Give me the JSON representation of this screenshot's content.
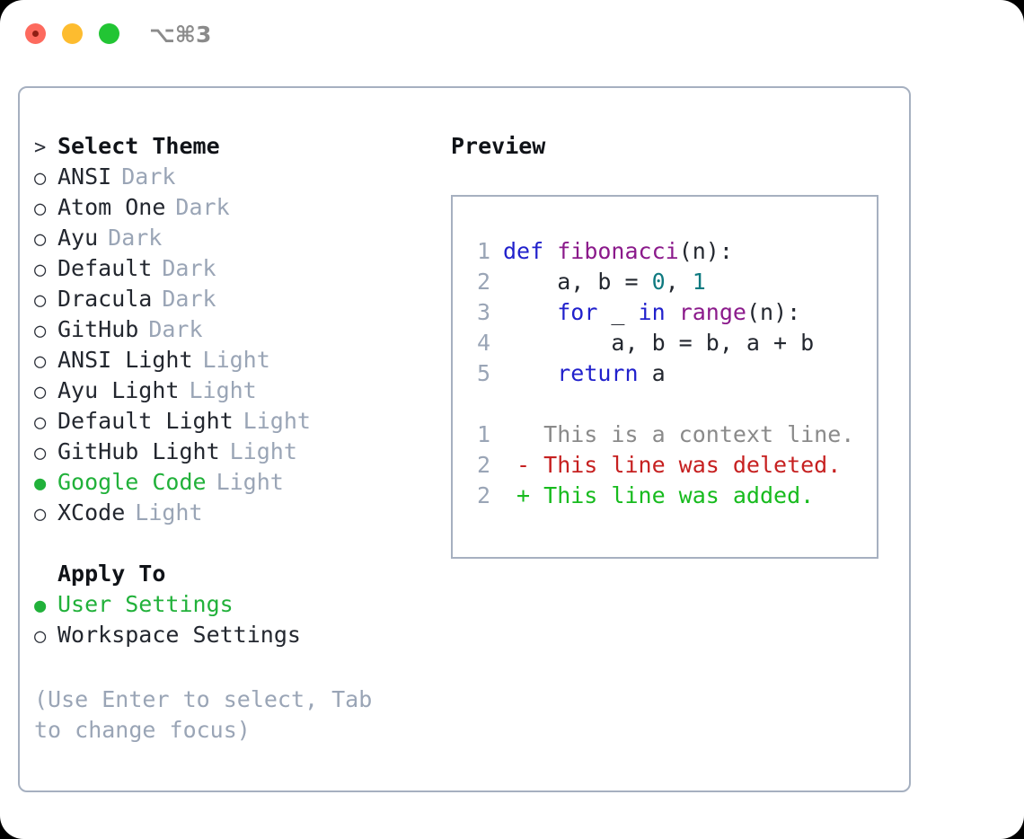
{
  "window": {
    "shortcut_title": "⌥⌘3",
    "traffic_lights": [
      "close",
      "minimize",
      "maximize"
    ]
  },
  "theme_picker": {
    "header_prefix": ">",
    "header_label": "Select Theme",
    "bullet_selected": "●",
    "bullet_unselected": "○",
    "themes": [
      {
        "name": "ANSI",
        "variant": "Dark",
        "selected": false
      },
      {
        "name": "Atom One",
        "variant": "Dark",
        "selected": false
      },
      {
        "name": "Ayu",
        "variant": "Dark",
        "selected": false
      },
      {
        "name": "Default",
        "variant": "Dark",
        "selected": false
      },
      {
        "name": "Dracula",
        "variant": "Dark",
        "selected": false
      },
      {
        "name": "GitHub",
        "variant": "Dark",
        "selected": false
      },
      {
        "name": "ANSI Light",
        "variant": "Light",
        "selected": false
      },
      {
        "name": "Ayu Light",
        "variant": "Light",
        "selected": false
      },
      {
        "name": "Default Light",
        "variant": "Light",
        "selected": false
      },
      {
        "name": "GitHub Light",
        "variant": "Light",
        "selected": false
      },
      {
        "name": "Google Code",
        "variant": "Light",
        "selected": true
      },
      {
        "name": "XCode",
        "variant": "Light",
        "selected": false
      }
    ]
  },
  "apply_to": {
    "header_label": "Apply To",
    "options": [
      {
        "label": "User Settings",
        "selected": true
      },
      {
        "label": "Workspace Settings",
        "selected": false
      }
    ]
  },
  "hint": {
    "text": "(Use Enter to select, Tab to change focus)"
  },
  "preview": {
    "title": "Preview",
    "code_lines": [
      {
        "no": "1",
        "tokens": [
          {
            "t": "def",
            "c": "kw"
          },
          {
            "t": " ",
            "c": "plain"
          },
          {
            "t": "fibonacci",
            "c": "fn"
          },
          {
            "t": "(n):",
            "c": "punc"
          }
        ]
      },
      {
        "no": "2",
        "tokens": [
          {
            "t": "    a, b = ",
            "c": "plain"
          },
          {
            "t": "0",
            "c": "num"
          },
          {
            "t": ", ",
            "c": "plain"
          },
          {
            "t": "1",
            "c": "num"
          }
        ]
      },
      {
        "no": "3",
        "tokens": [
          {
            "t": "    ",
            "c": "plain"
          },
          {
            "t": "for",
            "c": "kw"
          },
          {
            "t": " _ ",
            "c": "plain"
          },
          {
            "t": "in",
            "c": "kw"
          },
          {
            "t": " ",
            "c": "plain"
          },
          {
            "t": "range",
            "c": "fn"
          },
          {
            "t": "(n):",
            "c": "punc"
          }
        ]
      },
      {
        "no": "4",
        "tokens": [
          {
            "t": "        a, b = b, a + b",
            "c": "plain"
          }
        ]
      },
      {
        "no": "5",
        "tokens": [
          {
            "t": "    ",
            "c": "plain"
          },
          {
            "t": "return",
            "c": "kw"
          },
          {
            "t": " a",
            "c": "plain"
          }
        ]
      }
    ],
    "diff_lines": [
      {
        "no": "1",
        "marker": " ",
        "text": "This is a context line.",
        "kind": "ctx"
      },
      {
        "no": "2",
        "marker": "-",
        "text": "This line was deleted.",
        "kind": "del"
      },
      {
        "no": "2",
        "marker": "+",
        "text": "This line was added.",
        "kind": "add"
      }
    ]
  },
  "colors": {
    "accent_green": "#21b13a",
    "muted": "#9aa5b6",
    "border": "#a6b0c0",
    "keyword": "#2121cc",
    "function": "#8b1a8b",
    "number": "#0f7a80",
    "diff_add": "#17bb1e",
    "diff_del": "#c62020",
    "diff_ctx": "#8a8a8a"
  }
}
